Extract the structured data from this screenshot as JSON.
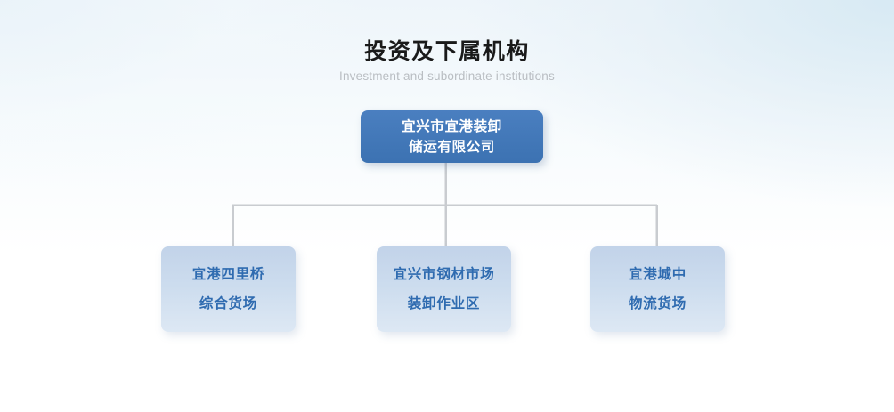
{
  "header": {
    "title": "投资及下属机构",
    "subtitle": "Investment and subordinate institutions"
  },
  "colors": {
    "root_box": "#3f74b5",
    "root_text": "#ffffff",
    "child_box": "#c5d5ea",
    "child_text": "#2f6bb0",
    "connector_line": "#c9ccd0",
    "title_text": "#1a1a1a",
    "subtitle_text": "#b9bdc2",
    "background_top": "#e5eff5",
    "background_bottom": "#ffffff"
  },
  "org_chart": {
    "root": {
      "lines": [
        "宜兴市宜港装卸",
        "储运有限公司"
      ],
      "full_name": "宜兴市宜港装卸储运有限公司"
    },
    "children": [
      {
        "lines": [
          "宜港四里桥",
          "综合货场"
        ],
        "full_name": "宜港四里桥综合货场"
      },
      {
        "lines": [
          "宜兴市钢材市场",
          "装卸作业区"
        ],
        "full_name": "宜兴市钢材市场装卸作业区"
      },
      {
        "lines": [
          "宜港城中",
          "物流货场"
        ],
        "full_name": "宜港城中物流货场"
      }
    ]
  }
}
